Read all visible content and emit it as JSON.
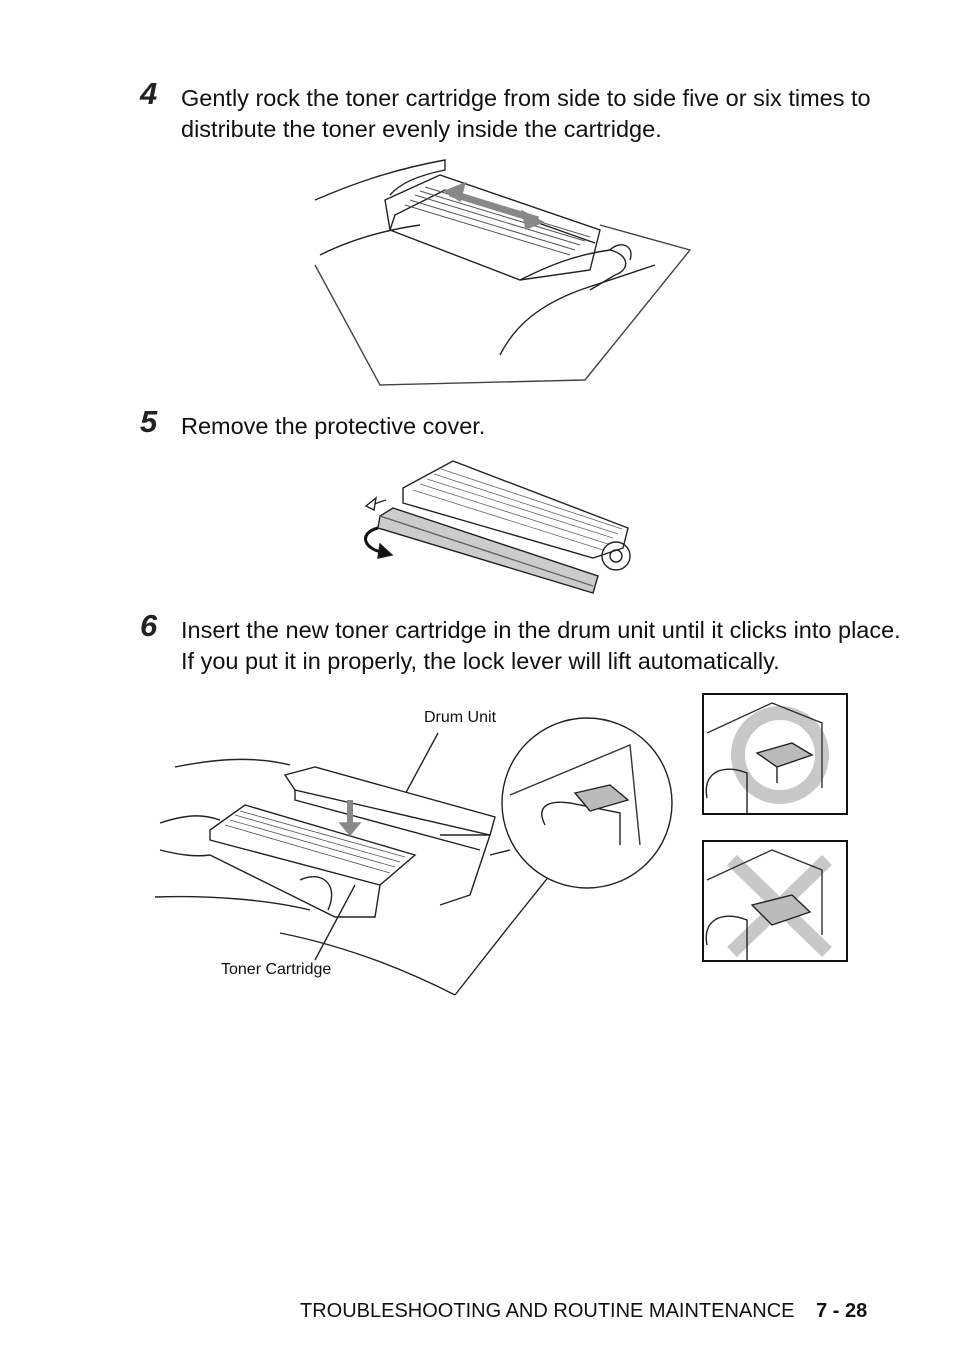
{
  "steps": [
    {
      "number": "4",
      "text": "Gently rock the toner cartridge from side to side five or six times to distribute the toner evenly inside the cartridge."
    },
    {
      "number": "5",
      "text": "Remove the protective cover."
    },
    {
      "number": "6",
      "text": "Insert the new toner cartridge in the drum unit until it clicks into place. If you put it in properly, the lock lever will lift automatically."
    }
  ],
  "figure6": {
    "drum_label": "Drum Unit",
    "toner_label": "Toner Cartridge"
  },
  "footer": {
    "section": "TROUBLESHOOTING AND ROUTINE MAINTENANCE",
    "page": "7 - 28"
  }
}
